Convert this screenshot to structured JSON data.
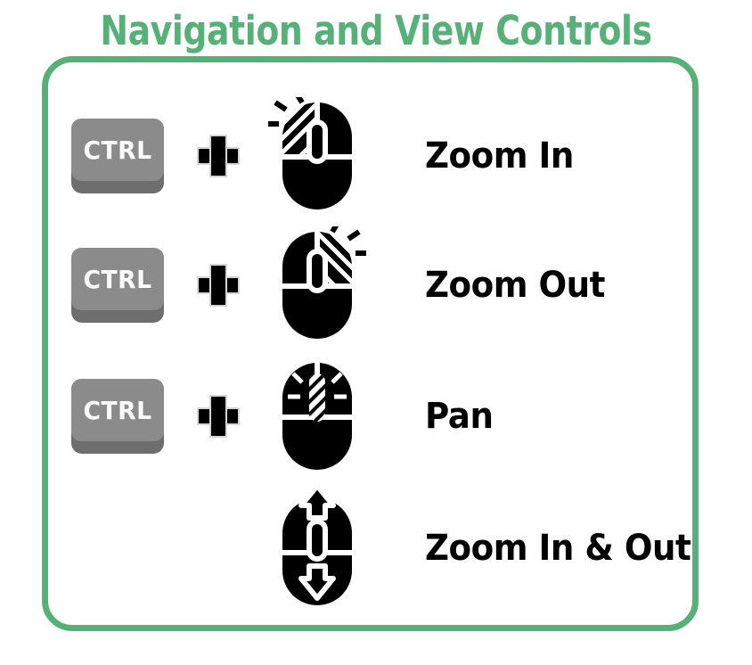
{
  "title": "Navigation and View Controls",
  "colors": {
    "accent_green": "#56b178",
    "key_face": "#8b8b8b",
    "key_edge": "#6e6e6e",
    "key_text": "#fbfbfb",
    "icon_black": "#000000",
    "background": "#ffffff"
  },
  "card": {
    "rows": [
      {
        "key_label": "CTRL",
        "combiner": "+",
        "mouse_icon": "mouse-left-click-icon",
        "action": "Zoom In"
      },
      {
        "key_label": "CTRL",
        "combiner": "+",
        "mouse_icon": "mouse-right-click-icon",
        "action": "Zoom Out"
      },
      {
        "key_label": "CTRL",
        "combiner": "+",
        "mouse_icon": "mouse-wheel-press-icon",
        "action": "Pan"
      },
      {
        "key_label": "",
        "combiner": "",
        "mouse_icon": "mouse-wheel-scroll-icon",
        "action": "Zoom In & Out"
      }
    ]
  }
}
